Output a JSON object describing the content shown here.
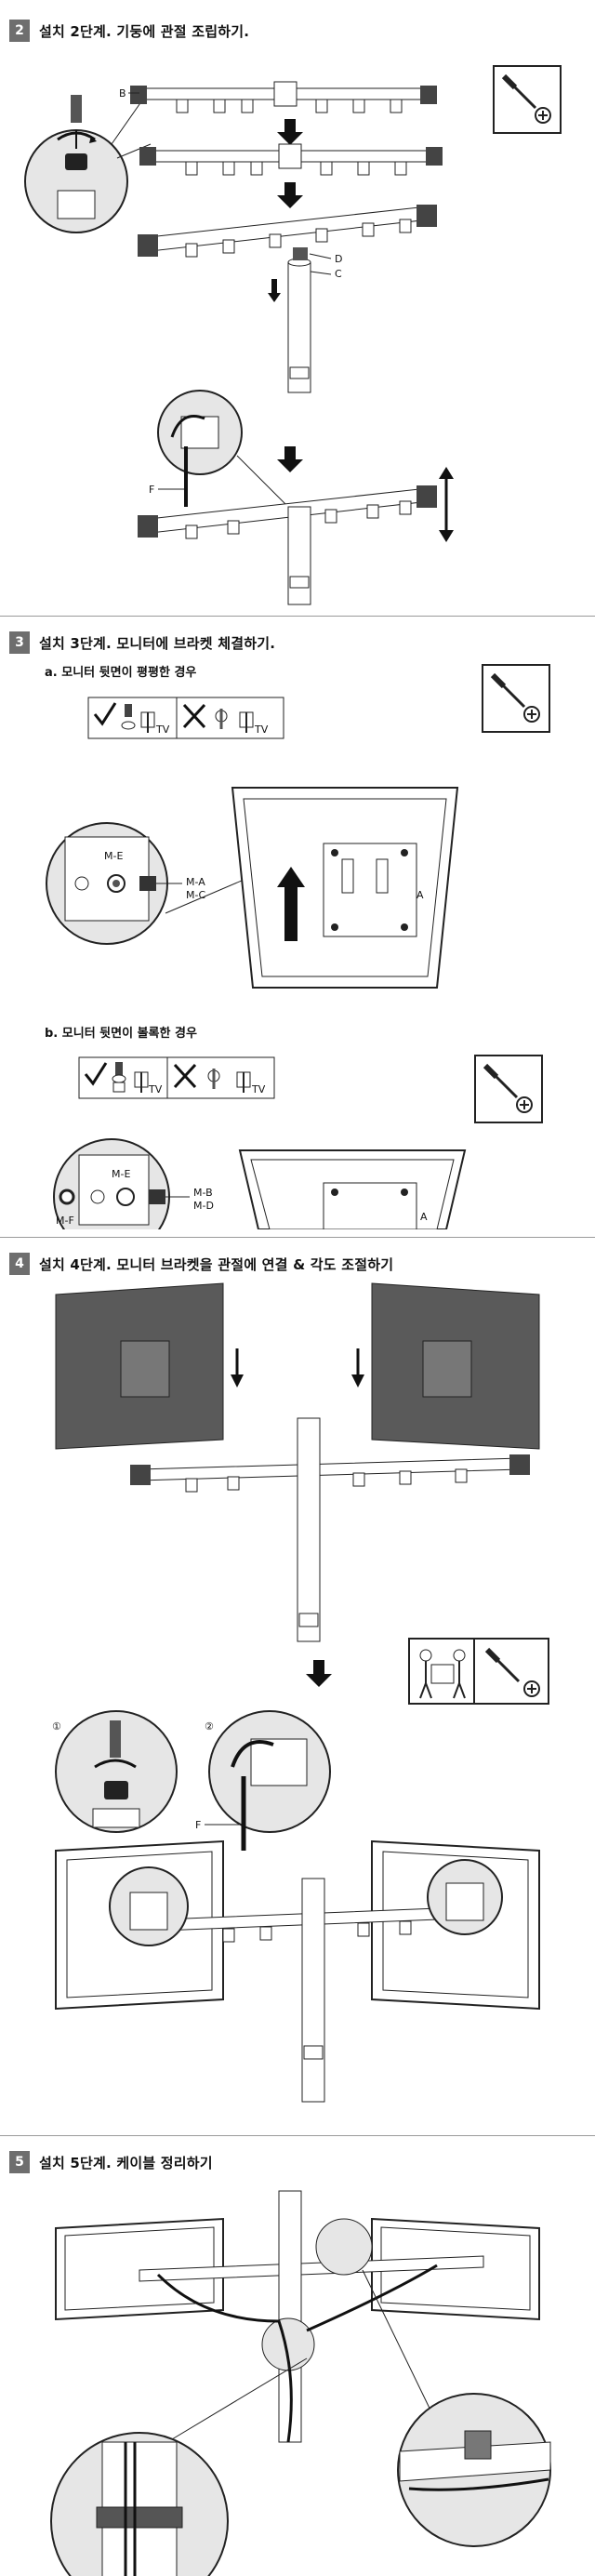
{
  "steps": [
    {
      "number": "2",
      "title": "설치 2단계. 기둥에 관절 조립하기.",
      "labels": {
        "B": "B",
        "D": "D",
        "C": "C",
        "F": "F"
      }
    },
    {
      "number": "3",
      "title": "설치 3단계. 모니터에 브라켓 체결하기.",
      "sub_a": "a. 모니터 뒷면이 평평한 경우",
      "sub_b": "b. 모니터 뒷면이 볼록한 경우",
      "labels_a": {
        "ME": "M-E",
        "MA": "M-A",
        "MC": "M-C",
        "A": "A"
      },
      "labels_b": {
        "ME": "M-E",
        "MB": "M-B",
        "MD": "M-D",
        "MF": "M-F",
        "A": "A"
      },
      "tv": "TV"
    },
    {
      "number": "4",
      "title": "설치 4단계. 모니터 브라켓을 관절에 연결 & 각도 조절하기",
      "labels": {
        "one": "①",
        "two": "②",
        "F": "F"
      }
    },
    {
      "number": "5",
      "title": "설치 5단계. 케이블 정리하기"
    }
  ],
  "icons": [
    "screwdriver-icon",
    "check-icon",
    "cross-icon",
    "two-people-icon"
  ]
}
